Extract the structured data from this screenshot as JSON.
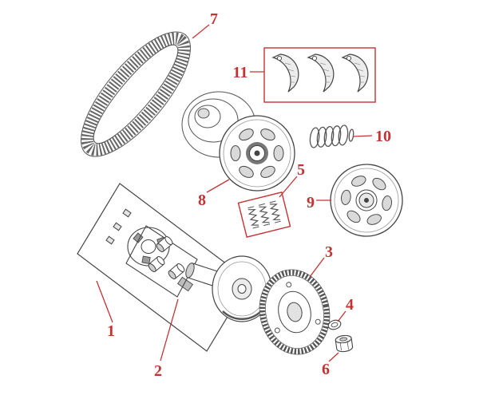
{
  "diagram": {
    "labels": {
      "l1": "1",
      "l2": "2",
      "l3": "3",
      "l4": "4",
      "l5": "5",
      "l6": "6",
      "l7": "7",
      "l8": "8",
      "l9": "9",
      "l10": "10",
      "l11": "11"
    },
    "colors": {
      "background": "#ffffff",
      "ink": "#444444",
      "callout": "#c23434"
    },
    "parts": [
      {
        "label": "1",
        "name": "variator-kit-box"
      },
      {
        "label": "2",
        "name": "roller-weight-kit-box"
      },
      {
        "label": "3",
        "name": "starter-ring-gear"
      },
      {
        "label": "4",
        "name": "washer"
      },
      {
        "label": "5",
        "name": "slide-spring-kit-box"
      },
      {
        "label": "6",
        "name": "lock-nut"
      },
      {
        "label": "7",
        "name": "drive-belt"
      },
      {
        "label": "8",
        "name": "driven-pulley"
      },
      {
        "label": "9",
        "name": "clutch-disc"
      },
      {
        "label": "10",
        "name": "clutch-spring"
      },
      {
        "label": "11",
        "name": "clutch-shoe-set"
      }
    ]
  }
}
